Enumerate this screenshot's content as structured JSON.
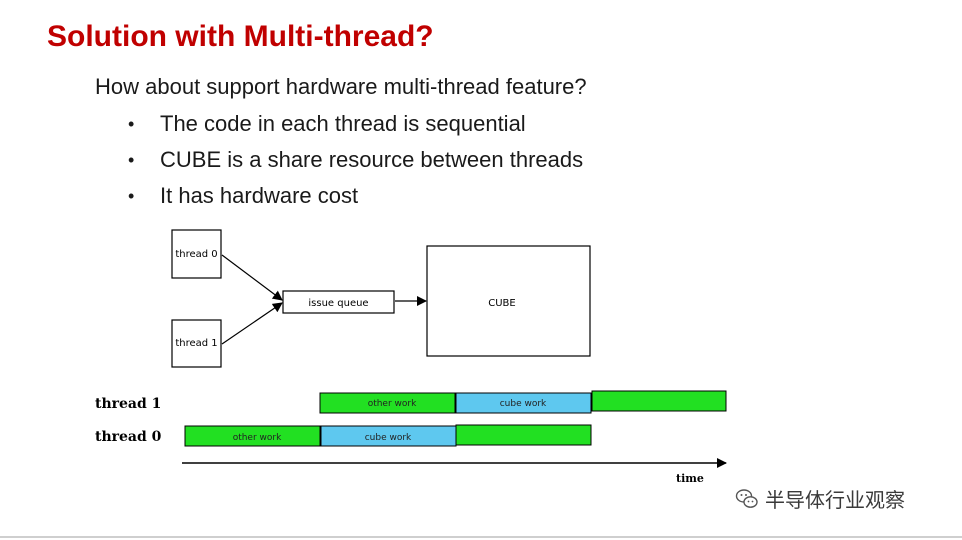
{
  "title": "Solution with Multi-thread?",
  "lead": "How about support hardware multi-thread feature?",
  "bullets": [
    "The code in each thread is sequential",
    "CUBE is a share resource between threads",
    "It has hardware cost"
  ],
  "diagram": {
    "thread0_box": "thread 0",
    "thread1_box": "thread 1",
    "issue_queue": "issue queue",
    "cube": "CUBE"
  },
  "timeline": {
    "thread1_label": "thread 1",
    "thread0_label": "thread 0",
    "t1_other": "other work",
    "t1_cube": "cube work",
    "t0_other": "other work",
    "t0_cube": "cube work",
    "axis_label": "time",
    "colors": {
      "other_work": "#22e022",
      "cube_work": "#5ec8ef"
    }
  },
  "watermark": {
    "icon": "wechat-icon",
    "text": "半导体行业观察"
  },
  "colors": {
    "title": "#c00000"
  }
}
